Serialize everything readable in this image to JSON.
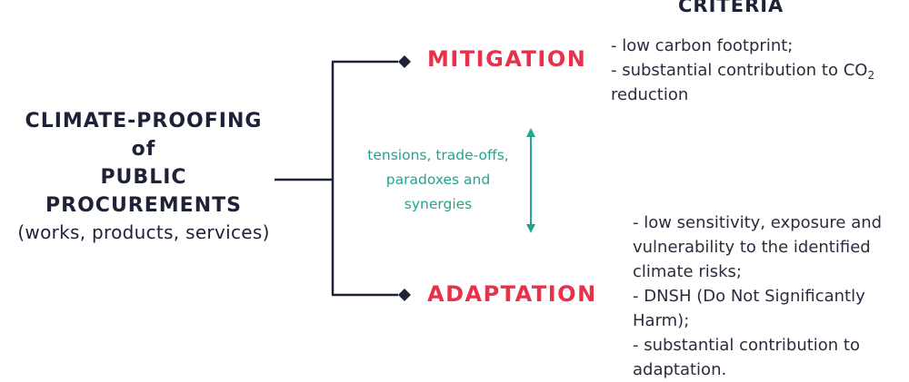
{
  "header": {
    "criteria_title": "CRITERIA"
  },
  "subject": {
    "line1": "CLIMATE-PROOFING",
    "line2": "of",
    "line3": "PUBLIC",
    "line4": "PROCUREMENTS",
    "line5": "(works, products, services)"
  },
  "branches": {
    "mitigation": {
      "label": "MITIGATION",
      "criteria": {
        "item1": "- low carbon footprint;",
        "item2_prefix": "- substantial contribution to CO",
        "item2_subscript": "2",
        "item2_cont": "reduction"
      }
    },
    "adaptation": {
      "label": "ADAPTATION",
      "criteria": {
        "line1": "- low sensitivity, exposure and",
        "line2": "vulnerability to the identified",
        "line3": "climate risks;",
        "line4": "- DNSH (Do Not Significantly",
        "line5": "Harm);",
        "line6": "- substantial contribution to",
        "line7": "adaptation."
      }
    }
  },
  "relation": {
    "line1": "tensions, trade-offs,",
    "line2": "paradoxes and",
    "line3": "synergies"
  },
  "colors": {
    "dark_navy": "#1e2237",
    "accent_red": "#e8314a",
    "teal": "#22a58f"
  },
  "icons": {
    "branch_marker": "diamond-icon",
    "relation_arrow": "double-headed-arrow-icon"
  }
}
